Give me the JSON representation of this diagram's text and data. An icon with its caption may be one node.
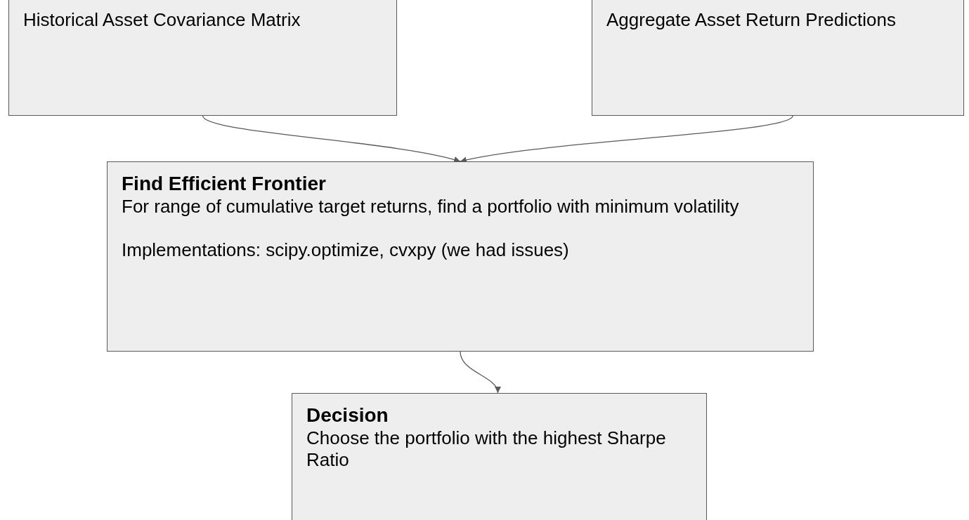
{
  "diagram": {
    "nodes": [
      {
        "text": [
          "Historical Asset Covariance Matrix"
        ]
      },
      {
        "text": [
          "Aggregate Asset Return Predictions"
        ]
      },
      {
        "text": [
          "Find Efficient Frontier",
          "For range of cumulative target returns, find a portfolio with minimum volatility",
          "Implementations: scipy.optimize, cvxpy (we had issues)"
        ]
      },
      {
        "text": [
          "Decision",
          "Choose the portfolio with the highest Sharpe Ratio"
        ]
      }
    ],
    "edges": [
      {
        "from": 0,
        "to": 2,
        "arrow": "to"
      },
      {
        "from": 1,
        "to": 2,
        "arrow": "to"
      },
      {
        "from": 2,
        "to": 3,
        "arrow": "to"
      }
    ]
  }
}
